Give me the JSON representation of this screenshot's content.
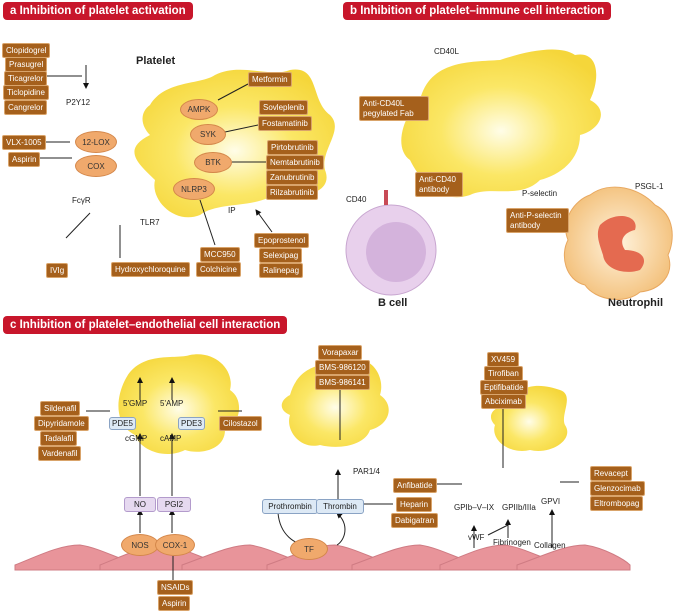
{
  "panels": {
    "a": {
      "title": "a Inhibition of platelet activation",
      "cell_label": "Platelet",
      "receptors": {
        "p2y12": "P2Y12",
        "fcyr": "FcγR",
        "tlr7": "TLR7",
        "ip": "IP"
      },
      "enzymes": {
        "lox": "12-LOX",
        "cox": "COX",
        "ampk": "AMPK",
        "syk": "SYK",
        "btk": "BTK",
        "nlrp3": "NLRP3"
      },
      "drugs": {
        "p2y12": [
          "Clopidogrel",
          "Prasugrel",
          "Ticagrelor",
          "Ticlopidine",
          "Cangrelor"
        ],
        "lox": [
          "VLX-1005"
        ],
        "cox": [
          "Aspirin"
        ],
        "fcyr": [
          "IVIg"
        ],
        "tlr7": [
          "Hydroxychloroquine"
        ],
        "nlrp3": [
          "MCC950",
          "Colchicine"
        ],
        "ip": [
          "Epoprostenol",
          "Selexipag",
          "Ralinepag"
        ],
        "ampk": [
          "Metformin"
        ],
        "syk": [
          "Sovleplenib",
          "Fostamatinib"
        ],
        "btk": [
          "Pirtobrutinib",
          "Nemtabrutinib",
          "Zanubrutinib",
          "Rilzabrutinib"
        ]
      }
    },
    "b": {
      "title": "b Inhibition of platelet–immune cell interaction",
      "labels": {
        "cd40l": "CD40L",
        "cd40": "CD40",
        "pselectin": "P-selectin",
        "psgl1": "PSGL-1",
        "bcell": "B cell",
        "neutrophil": "Neutrophil"
      },
      "drugs": {
        "cd40l": "Anti-CD40L pegylated Fab",
        "cd40": "Anti-CD40 antibody",
        "pselectin": "Anti-P-selectin antibody"
      }
    },
    "c": {
      "title": "c Inhibition of platelet–endothelial cell interaction",
      "labels": {
        "gmp5": "5'GMP",
        "amp5": "5'AMP",
        "pde5": "PDE5",
        "pde3": "PDE3",
        "cgmp": "cGMP",
        "camp": "cAMP",
        "no": "NO",
        "pgi2": "PGI2",
        "nos": "NOS",
        "cox1": "COX-1",
        "par": "PAR1/4",
        "prothrombin": "Prothrombin",
        "thrombin": "Thrombin",
        "tf": "TF",
        "gpib": "GPIb–V–IX",
        "gpiib": "GPIIb/IIIa",
        "gpvi": "GPVI",
        "vwf": "vWF",
        "fibrinogen": "Fibrinogen",
        "collagen": "Collagen"
      },
      "drugs": {
        "pde5": [
          "Sildenafil",
          "Dipyridamole",
          "Tadalafil",
          "Vardenafil"
        ],
        "pde3": [
          "Cilostazol"
        ],
        "cox1": [
          "NSAIDs",
          "Aspirin"
        ],
        "par": [
          "Vorapaxar",
          "BMS-986120",
          "BMS-986141"
        ],
        "thrombin": [
          "Heparin",
          "Dabigatran"
        ],
        "gpib": [
          "Anfibatide"
        ],
        "gpiib": [
          "XV459",
          "Tirofiban",
          "Eptifibatide",
          "Abciximab"
        ],
        "gpvi": [
          "Revacept",
          "Glenzocimab",
          "Eltrombopag"
        ]
      }
    }
  },
  "colors": {
    "title_bg": "#c8162b",
    "drug_bg": "#a5601c",
    "platelet": "#f9e35a",
    "enzyme": "#f0a96c",
    "endothelium": "#e8949a"
  }
}
